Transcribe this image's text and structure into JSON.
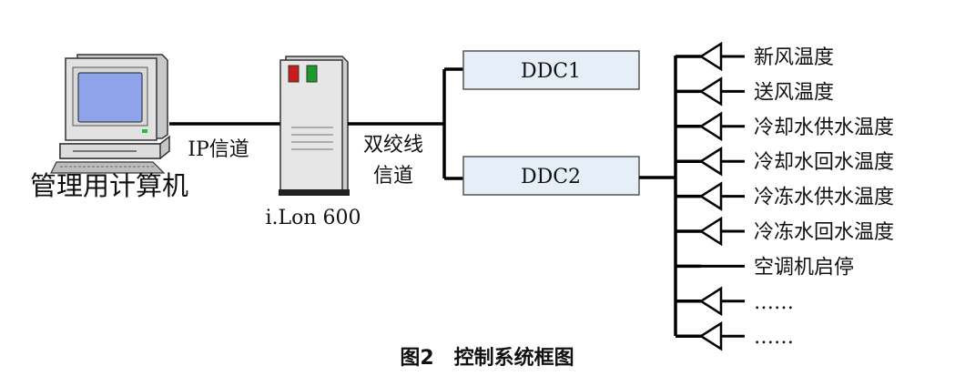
{
  "computer": {
    "label": "管理用计算机"
  },
  "links": {
    "ip": "IP信道",
    "twisted_pair_line1": "双绞线",
    "twisted_pair_line2": "信道"
  },
  "server": {
    "label": "i.Lon 600",
    "led_colors": [
      "#cc1b1b",
      "#1a9a2a"
    ]
  },
  "ddc": [
    {
      "label": "DDC1"
    },
    {
      "label": "DDC2"
    }
  ],
  "signals": [
    {
      "label": "新风温度",
      "kind": "input"
    },
    {
      "label": "送风温度",
      "kind": "input"
    },
    {
      "label": "冷却水供水温度",
      "kind": "input"
    },
    {
      "label": "冷却水回水温度",
      "kind": "input"
    },
    {
      "label": "冷冻水供水温度",
      "kind": "input"
    },
    {
      "label": "冷冻水回水温度",
      "kind": "input"
    },
    {
      "label": "空调机启停",
      "kind": "output"
    },
    {
      "label": "……",
      "kind": "input"
    },
    {
      "label": "……",
      "kind": "input"
    }
  ],
  "caption": "图2　控制系统框图",
  "colors": {
    "box_fill": "#e6eef7",
    "monitor_screen": "#8fa3ea",
    "line": "#000000"
  }
}
